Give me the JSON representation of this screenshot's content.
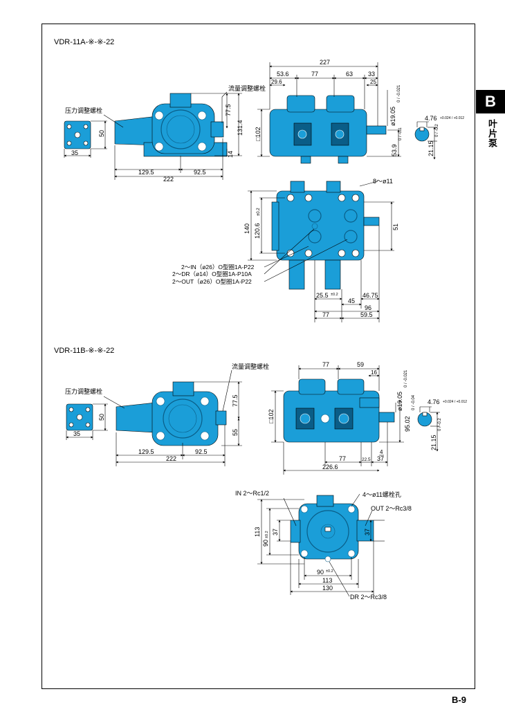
{
  "side_tab": {
    "letter": "B",
    "label": "叶片泵"
  },
  "page_number": "B-9",
  "section_a": {
    "model": "VDR-11A-※-※-22",
    "labels": {
      "pressure_bolt": "压力调整螺栓",
      "flow_bolt": "流量调整螺栓",
      "holes": "8～ø11",
      "in_port": "2～IN（ø26）O型圈1A-P22",
      "dr_port": "2～DR（ø14）O型圈1A-P10A",
      "out_port": "2～OUT（ø26）O型圈1A-P22"
    },
    "dims": {
      "d227": "227",
      "d53_6": "53.6",
      "d77": "77",
      "d63": "63",
      "d33": "33",
      "d29_6": "29.6",
      "d25": "25",
      "d77_5": "77.5",
      "d131_4": "131.4",
      "d14": "14",
      "d50": "50",
      "d35": "35",
      "d129_5": "129.5",
      "d92_5": "92.5",
      "d222": "222",
      "d102": "□102",
      "d19_05": "ø19.05",
      "d19_05_tol": "0 / -0.021",
      "d53_9": "53.9",
      "d53_9_tol": "0 / -0.1",
      "d4_76": "4.76",
      "d4_76_tol": "+0.024 / +0.012",
      "d21_15": "21.15",
      "d21_15_tol": "0 / -0.2",
      "d140": "140",
      "d120_6": "120.6",
      "d120_6_tol": "±0.2",
      "d51": "51",
      "d25_5": "25.5",
      "d25_5_tol": "±0.2",
      "d45": "45",
      "d46_75": "46.75",
      "d96": "96",
      "d77b": "77",
      "d59_5": "59.5"
    }
  },
  "section_b": {
    "model": "VDR-11B-※-※-22",
    "labels": {
      "pressure_bolt": "压力调整螺栓",
      "flow_bolt": "流量调整螺栓",
      "in_port": "IN  2～Rc1/2",
      "holes": "4～ø11螺栓孔",
      "out_port": "OUT  2～Rc3/8",
      "dr_port": "DR  2～Rc3/8"
    },
    "dims": {
      "d50": "50",
      "d35": "35",
      "d77_5": "77.5",
      "d55": "55",
      "d129_5": "129.5",
      "d92_5": "92.5",
      "d222": "222",
      "d77": "77",
      "d59": "59",
      "d16": "16",
      "d102": "□102",
      "d19_05": "ø19.05",
      "d19_05_tol": "0 / -0.021",
      "d95_02": "95.02",
      "d95_02_tol": "0 / -0.04",
      "d4_76": "4.76",
      "d4_76_tol": "+0.024 / +0.012",
      "d21_15": "21.15",
      "d21_15_tol": "0 / -0.2",
      "d4": "4",
      "d77b": "77",
      "d22_5": "22.5",
      "d37": "37",
      "d226_6": "226.6",
      "d113": "113",
      "d90": "90",
      "d90_tol": "±0.2",
      "d37v": "37",
      "d37r": "37",
      "d90h": "90",
      "d90h_tol": "±0.2",
      "d113h": "113",
      "d130": "130"
    }
  },
  "colors": {
    "pump_blue": "#1b9ed8",
    "pump_dark": "#0a5d87",
    "line": "#000000"
  }
}
